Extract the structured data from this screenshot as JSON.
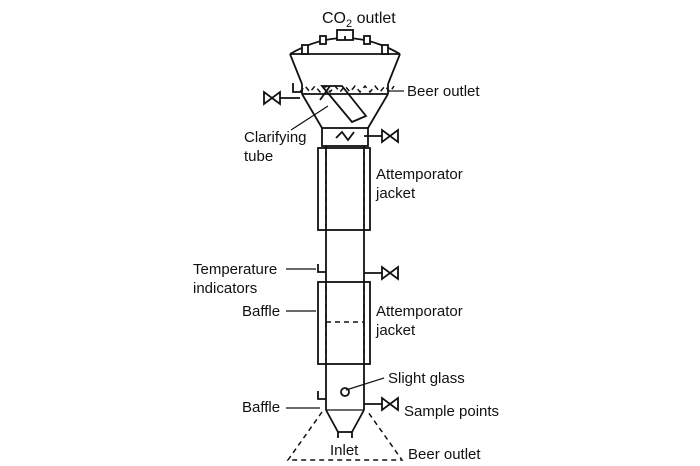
{
  "labels": {
    "co2_outlet_main": "CO",
    "co2_outlet_sub": "2",
    "co2_outlet_rest": " outlet",
    "beer_outlet_top": "Beer outlet",
    "clarifying_tube_line1": "Clarifying",
    "clarifying_tube_line2": "tube",
    "attemperator_jacket_upper_line1": "Attemporator",
    "attemperator_jacket_upper_line2": "jacket",
    "temperature_indicators_line1": "Temperature",
    "temperature_indicators_line2": "indicators",
    "baffle_upper": "Baffle",
    "attemperator_jacket_lower_line1": "Attemporator",
    "attemperator_jacket_lower_line2": "jacket",
    "slight_glass": "Slight glass",
    "baffle_lower": "Baffle",
    "sample_points": "Sample points",
    "inlet": "Inlet",
    "beer_outlet_bottom": "Beer outlet"
  },
  "colors": {
    "line": "#111111",
    "background": "#ffffff"
  }
}
